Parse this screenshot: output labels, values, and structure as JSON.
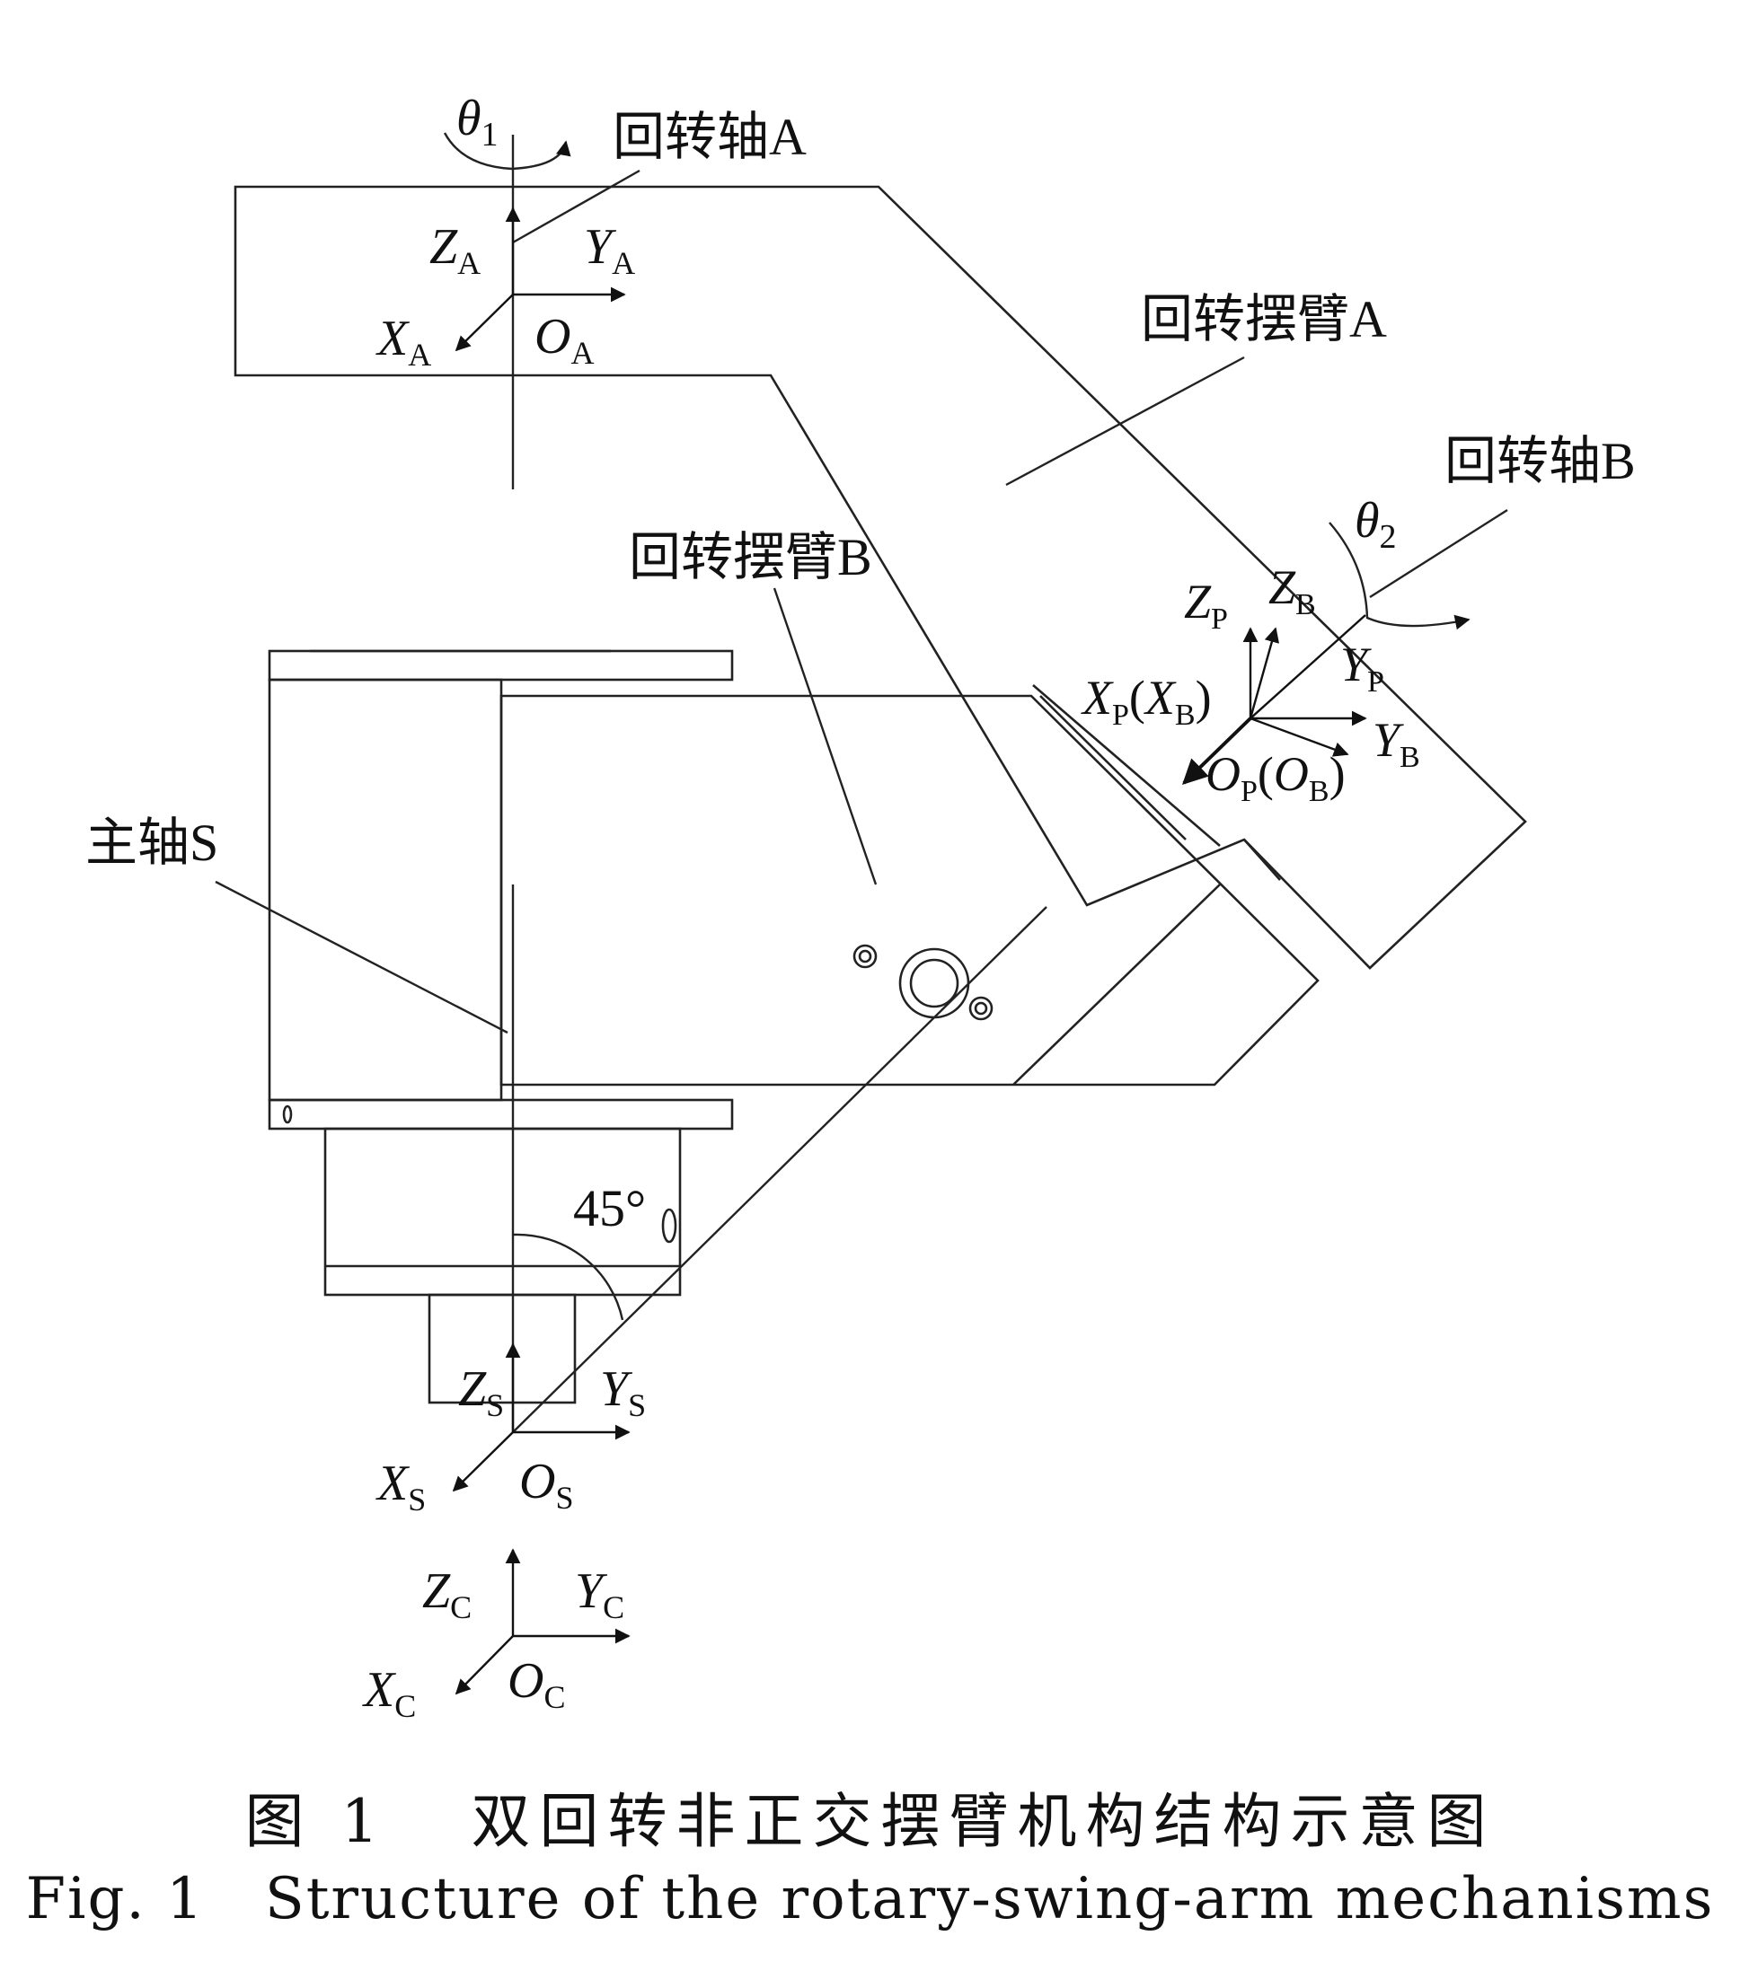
{
  "figure": {
    "labels": {
      "axis_a": "回转轴A",
      "axis_b": "回转轴B",
      "arm_a": "回转摆臂A",
      "arm_b": "回转摆臂B",
      "spindle": "主轴S",
      "angle": "45°"
    },
    "symbols": {
      "theta": "θ",
      "theta1_sub": "1",
      "theta2_sub": "2"
    },
    "frames": {
      "A": {
        "x": "X",
        "y": "Y",
        "z": "Z",
        "o": "O",
        "sub": "A"
      },
      "S": {
        "x": "X",
        "y": "Y",
        "z": "Z",
        "o": "O",
        "sub": "S"
      },
      "C": {
        "x": "X",
        "y": "Y",
        "z": "Z",
        "o": "O",
        "sub": "C"
      },
      "P": {
        "x": "X",
        "y": "Y",
        "z": "Z",
        "o": "O",
        "sub": "P",
        "paren_open": "(",
        "paren_close": ")"
      },
      "B": {
        "x": "X",
        "y": "Y",
        "z": "Z",
        "o": "O",
        "sub": "B"
      }
    }
  },
  "caption": {
    "zh": "图 1   双回转非正交摆臂机构结构示意图",
    "en": "Fig. 1   Structure of the rotary-swing-arm mechanisms"
  }
}
